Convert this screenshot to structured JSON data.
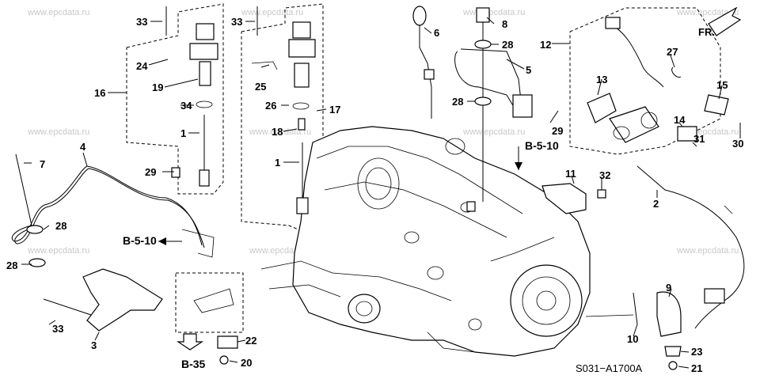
{
  "watermark": "www.epcdata.ru",
  "diagram_code": "S031−A1700A",
  "front_indicator": "FR.",
  "references": {
    "b_5_10": "B-5-10",
    "b_35": "B-35"
  },
  "callouts": [
    "1",
    "2",
    "3",
    "4",
    "5",
    "6",
    "7",
    "8",
    "9",
    "10",
    "11",
    "12",
    "13",
    "14",
    "15",
    "16",
    "17",
    "18",
    "19",
    "20",
    "21",
    "22",
    "23",
    "24",
    "25",
    "26",
    "27",
    "28",
    "29",
    "30",
    "31",
    "32",
    "33",
    "34"
  ]
}
